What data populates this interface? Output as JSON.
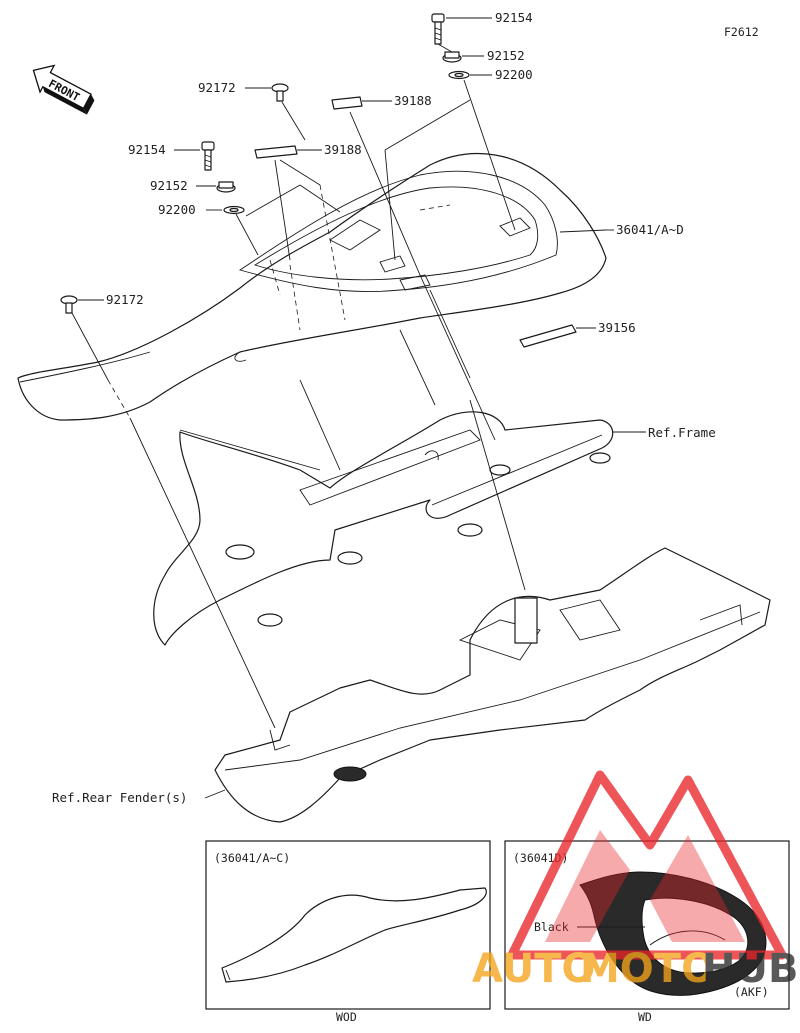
{
  "figure_code": "F2612",
  "front_arrow": {
    "text": "FRONT"
  },
  "callouts": {
    "p92154_top": "92154",
    "p92152_top": "92152",
    "p92200_top": "92200",
    "p39188_top": "39188",
    "p92172_top": "92172",
    "p39188_mid": "39188",
    "p92154_left": "92154",
    "p92152_left": "92152",
    "p92200_left": "92200",
    "p36041": "36041/A~D",
    "p92172_left": "92172",
    "p39156": "39156",
    "ref_frame": "Ref.Frame",
    "ref_rear_fender": "Ref.Rear Fender(s)"
  },
  "inset_left": {
    "title": "(36041/A~C)",
    "caption": "WOD"
  },
  "inset_right": {
    "title": "(36041D)",
    "color_label": "Black",
    "note": "(AKF)",
    "caption": "WD"
  },
  "watermark": {
    "text_a": "AUTO",
    "text_b": "MOTO",
    "text_c": "HUB",
    "color_red": "#e8262b",
    "color_orange": "#f4a31b"
  }
}
